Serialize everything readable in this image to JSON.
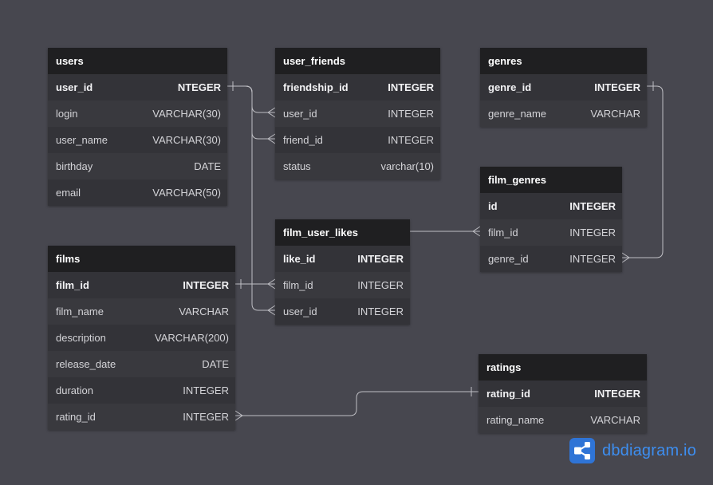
{
  "tables": [
    {
      "name": "users",
      "columns": [
        {
          "name": "user_id",
          "type": "NTEGER",
          "pk": true
        },
        {
          "name": "login",
          "type": "VARCHAR(30)"
        },
        {
          "name": "user_name",
          "type": "VARCHAR(30)"
        },
        {
          "name": "birthday",
          "type": "DATE"
        },
        {
          "name": "email",
          "type": "VARCHAR(50)"
        }
      ]
    },
    {
      "name": "user_friends",
      "columns": [
        {
          "name": "friendship_id",
          "type": "INTEGER",
          "pk": true
        },
        {
          "name": "user_id",
          "type": "INTEGER"
        },
        {
          "name": "friend_id",
          "type": "INTEGER"
        },
        {
          "name": "status",
          "type": "varchar(10)"
        }
      ]
    },
    {
      "name": "genres",
      "columns": [
        {
          "name": "genre_id",
          "type": "INTEGER",
          "pk": true
        },
        {
          "name": "genre_name",
          "type": "VARCHAR"
        }
      ]
    },
    {
      "name": "film_genres",
      "columns": [
        {
          "name": "id",
          "type": "INTEGER",
          "pk": true
        },
        {
          "name": "film_id",
          "type": "INTEGER"
        },
        {
          "name": "genre_id",
          "type": "INTEGER"
        }
      ]
    },
    {
      "name": "film_user_likes",
      "columns": [
        {
          "name": "like_id",
          "type": "INTEGER",
          "pk": true
        },
        {
          "name": "film_id",
          "type": "INTEGER"
        },
        {
          "name": "user_id",
          "type": "INTEGER"
        }
      ]
    },
    {
      "name": "films",
      "columns": [
        {
          "name": "film_id",
          "type": "INTEGER",
          "pk": true
        },
        {
          "name": "film_name",
          "type": "VARCHAR"
        },
        {
          "name": "description",
          "type": "VARCHAR(200)"
        },
        {
          "name": "release_date",
          "type": "DATE"
        },
        {
          "name": "duration",
          "type": "INTEGER"
        },
        {
          "name": "rating_id",
          "type": "INTEGER"
        }
      ]
    },
    {
      "name": "ratings",
      "columns": [
        {
          "name": "rating_id",
          "type": "INTEGER",
          "pk": true
        },
        {
          "name": "rating_name",
          "type": "VARCHAR"
        }
      ]
    }
  ],
  "relationships": [
    {
      "from": "users.user_id",
      "to": "user_friends.user_id",
      "cardinality": "one-to-many"
    },
    {
      "from": "users.user_id",
      "to": "user_friends.friend_id",
      "cardinality": "one-to-many"
    },
    {
      "from": "users.user_id",
      "to": "film_user_likes.user_id",
      "cardinality": "one-to-many"
    },
    {
      "from": "films.film_id",
      "to": "film_user_likes.film_id",
      "cardinality": "one-to-many"
    },
    {
      "from": "film_user_likes",
      "to": "film_genres.film_id",
      "cardinality": "one-to-many"
    },
    {
      "from": "genres.genre_id",
      "to": "film_genres.genre_id",
      "cardinality": "one-to-many"
    },
    {
      "from": "ratings.rating_id",
      "to": "films.rating_id",
      "cardinality": "one-to-many"
    }
  ],
  "brand": {
    "text": "dbdiagram.io",
    "icon": "share-nodes-icon",
    "logo_color": "#2f74d6",
    "text_color": "#3d8ef0"
  },
  "colors": {
    "background": "#47474f",
    "header": "#1f1f21",
    "row": "#37373c",
    "line": "#bfbfc4"
  }
}
